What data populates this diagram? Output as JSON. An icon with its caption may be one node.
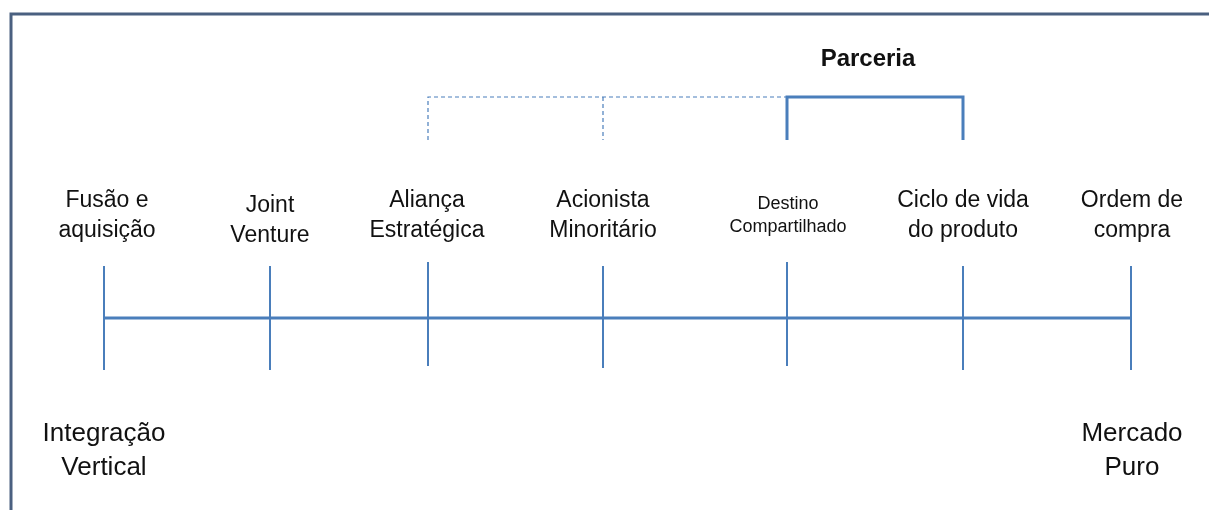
{
  "diagram": {
    "labels": [
      "Parceria",
      "Fusão e aquisição",
      "Joint Venture",
      "Aliança Estratégica",
      "Acionista Minoritário",
      "Destino Compartilhado",
      "Ciclo de vida do produto",
      "Ordem de compra",
      "Integração Vertical",
      "Mercado Puro"
    ]
  }
}
